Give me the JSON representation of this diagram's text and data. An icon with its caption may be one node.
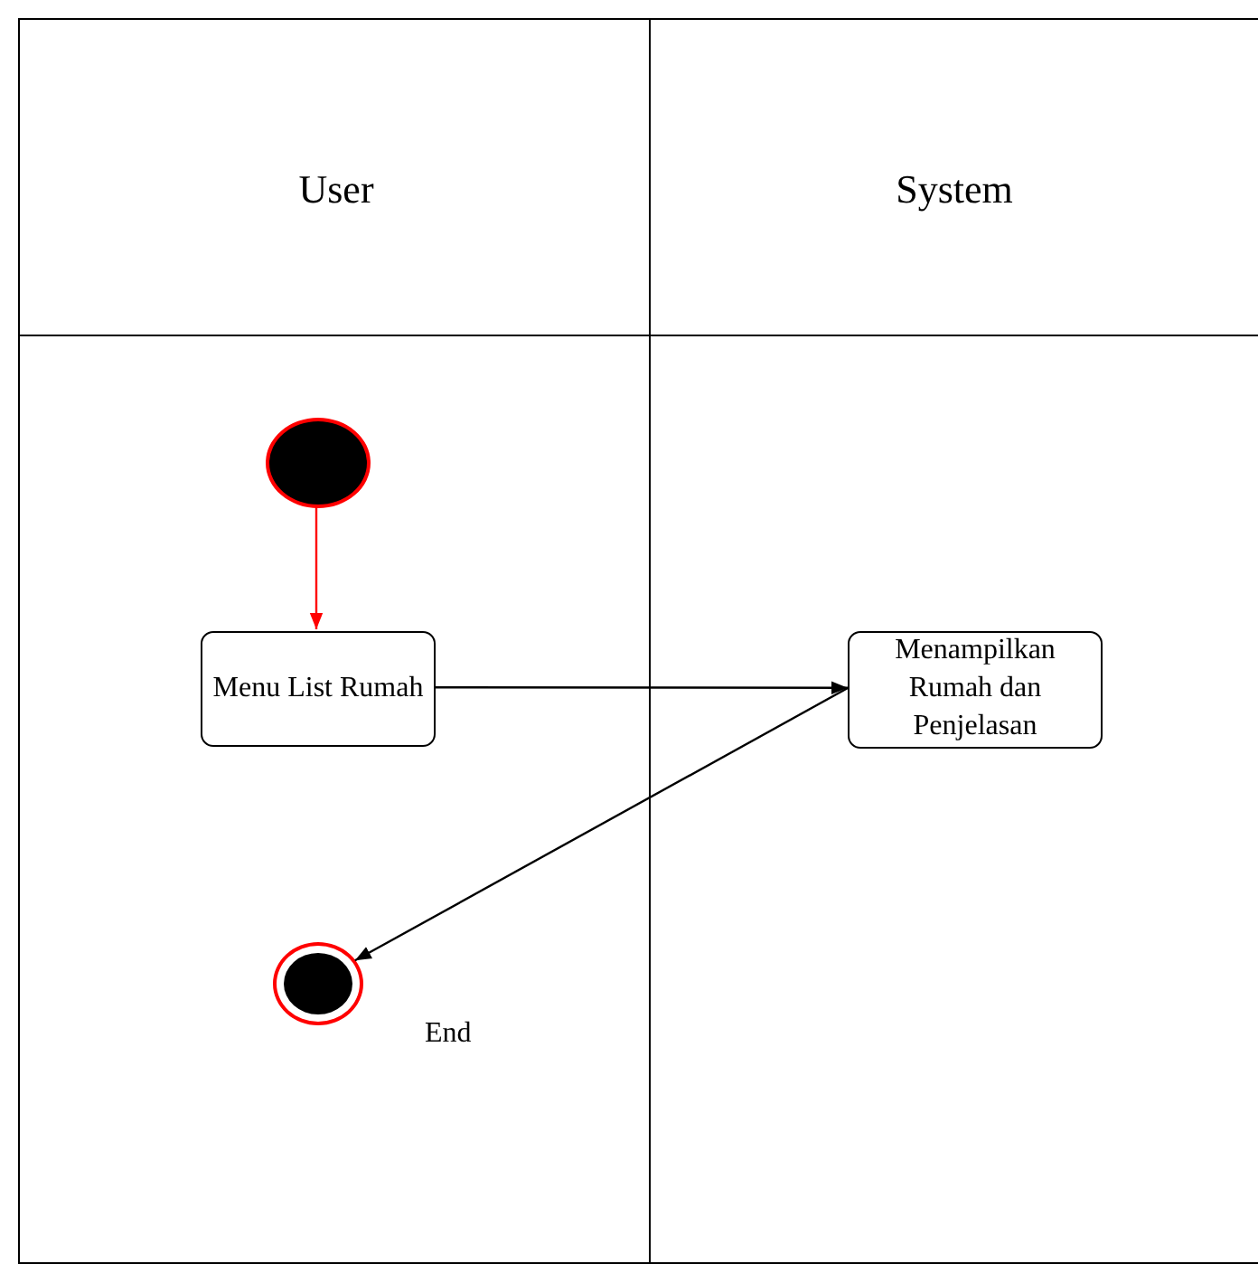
{
  "diagram": {
    "nodes": [
      {
        "text": [
          "User"
        ]
      },
      {
        "text": [
          "System"
        ]
      },
      {
        "text": [],
        "shape": "circle",
        "in": 0
      },
      {
        "text": [
          "Menu List Rumah"
        ],
        "in": 0
      },
      {
        "text": [
          "Menampilkan Rumah dan Penjelasan"
        ],
        "in": 1
      },
      {
        "text": [],
        "shape": "circle",
        "in": 0,
        "beside": [
          "End"
        ]
      }
    ],
    "edges": [
      {
        "from": 2,
        "to": 3,
        "arrow": "to",
        "color": "#ff0000"
      },
      {
        "from": 3,
        "to": 4,
        "arrow": "to"
      },
      {
        "from": 4,
        "to": 5,
        "arrow": "to"
      }
    ]
  }
}
